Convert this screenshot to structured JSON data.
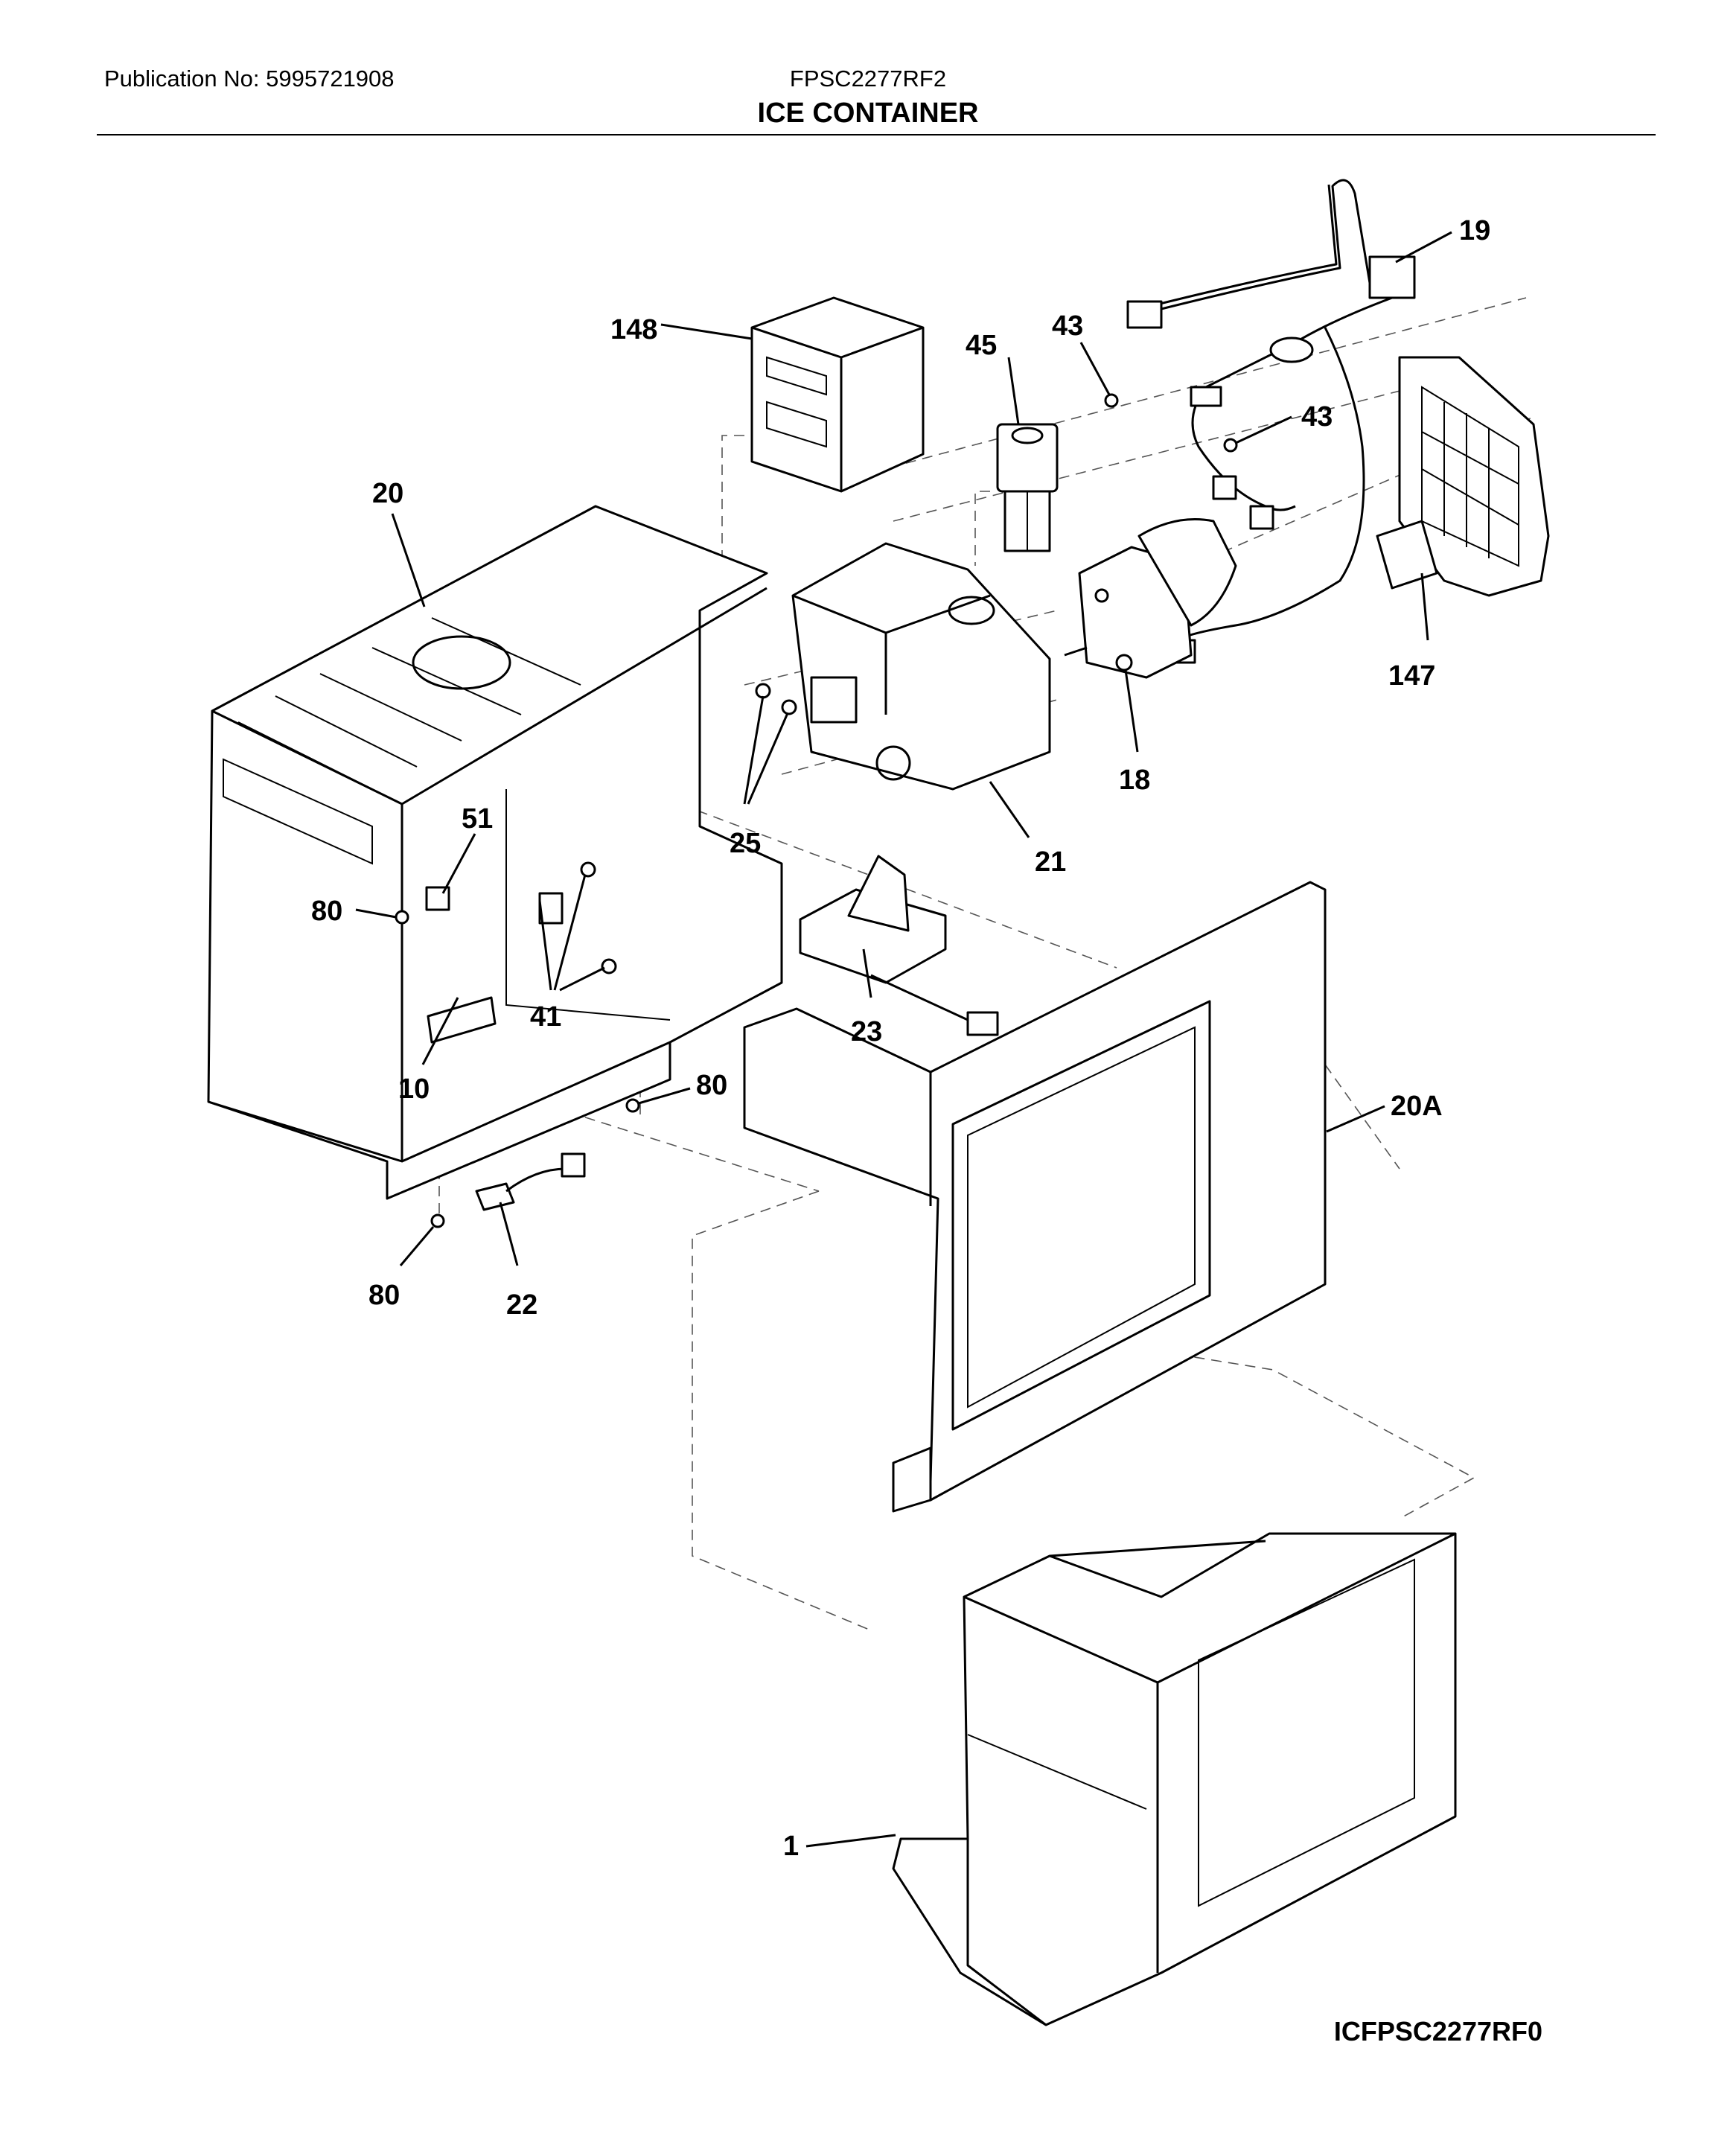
{
  "header": {
    "publication": "Publication No: 5995721908",
    "model": "FPSC2277RF2",
    "title": "ICE CONTAINER"
  },
  "footer": {
    "drawing_code": "ICFPSC2277RF0"
  },
  "callouts": {
    "c148": "148",
    "c45": "45",
    "c43a": "43",
    "c43b": "43",
    "c19": "19",
    "c147": "147",
    "c20": "20",
    "c18": "18",
    "c25": "25",
    "c21": "21",
    "c51": "51",
    "c80a": "80",
    "c41": "41",
    "c10": "10",
    "c23": "23",
    "c80b": "80",
    "c20A": "20A",
    "c80c": "80",
    "c22": "22",
    "c1": "1"
  }
}
